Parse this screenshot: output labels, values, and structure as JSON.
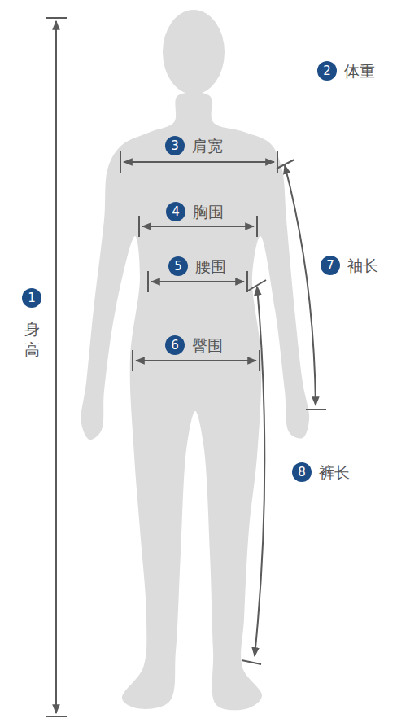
{
  "diagram": {
    "nodes": [
      {
        "text": [
          "1",
          "身高"
        ]
      },
      {
        "text": [
          "2",
          "体重"
        ]
      },
      {
        "text": [
          "3",
          "肩宽"
        ]
      },
      {
        "text": [
          "4",
          "胸围"
        ]
      },
      {
        "text": [
          "5",
          "腰围"
        ]
      },
      {
        "text": [
          "6",
          "臀围"
        ]
      },
      {
        "text": [
          "7",
          "袖长"
        ]
      },
      {
        "text": [
          "8",
          "裤长"
        ]
      }
    ]
  }
}
